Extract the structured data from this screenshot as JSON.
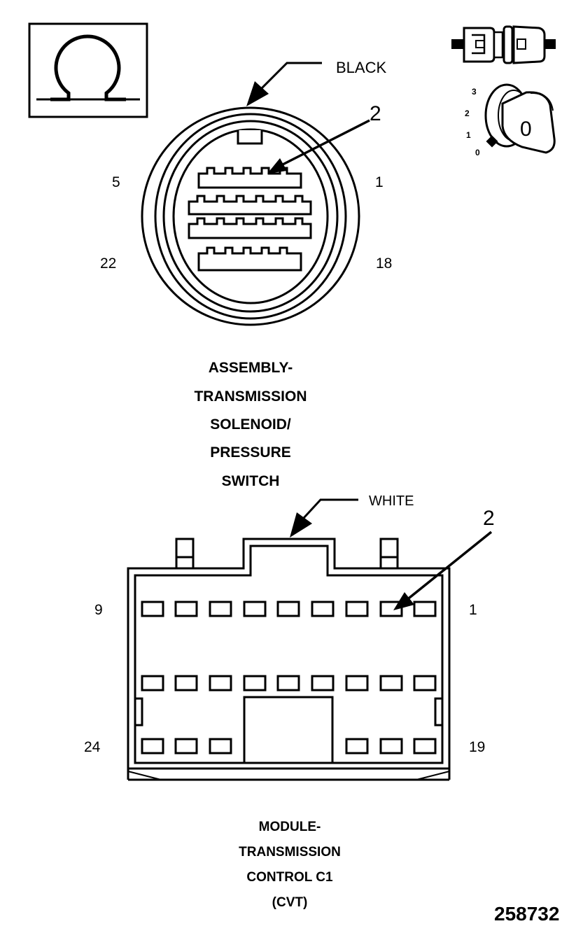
{
  "connector_1": {
    "color_label": "BLACK",
    "callout_number": "2",
    "pin_labels": {
      "top_left": "5",
      "top_right": "1",
      "bottom_left": "22",
      "bottom_right": "18"
    },
    "title_lines": [
      "ASSEMBLY-",
      "TRANSMISSION",
      "SOLENOID/",
      "PRESSURE",
      "SWITCH"
    ]
  },
  "connector_2": {
    "color_label": "WHITE",
    "callout_number": "2",
    "pin_labels": {
      "top_left": "9",
      "top_right": "1",
      "bottom_left": "24",
      "bottom_right": "19"
    },
    "title_lines": [
      "MODULE-",
      "TRANSMISSION",
      "CONTROL C1",
      "(CVT)"
    ]
  },
  "ignition_icon": {
    "positions": [
      "3",
      "2",
      "1",
      "0"
    ],
    "key_label": "0"
  },
  "figure_number": "258732",
  "icons": [
    "ohmmeter-icon",
    "connector-unplugged-icon",
    "ignition-key-icon"
  ]
}
